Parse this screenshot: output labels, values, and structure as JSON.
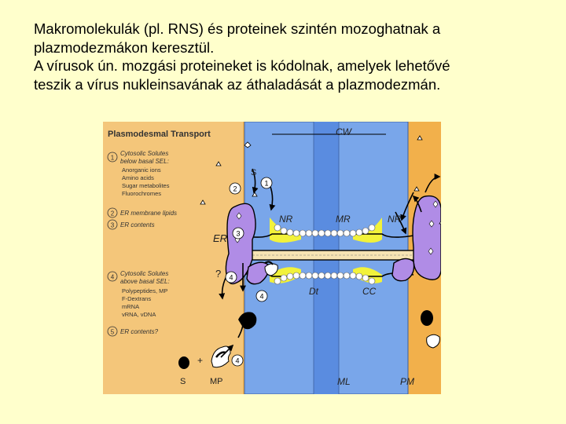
{
  "slide": {
    "lines": [
      "Makromolekulák (pl. RNS) és proteinek szintén mozoghatnak a",
      "plazmodezmákon keresztül.",
      "A vírusok ún. mozgási proteineket is kódolnak, amelyek lehetővé",
      "teszik a vírus nukleinsavának az áthaladását a plazmodezmán."
    ]
  },
  "figure": {
    "title": "Plasmodesmal Transport",
    "legend": {
      "item1": {
        "number": "1",
        "title": "Cytosolic Solutes",
        "subtitle": "below basal SEL:",
        "entries": [
          "Anorganic ions",
          "Amino acids",
          "Sugar metabolites",
          "Fluorochromes"
        ]
      },
      "item2": {
        "number": "2",
        "text": "ER membrane lipids"
      },
      "item3": {
        "number": "3",
        "text": "ER contents"
      },
      "item4": {
        "number": "4",
        "title": "Cytosolic Solutes",
        "subtitle": "above basal SEL:",
        "entries": [
          "Polypeptides, MP",
          "F-Dextrans",
          "mRNA",
          "vRNA, vDNA"
        ]
      },
      "item5": {
        "number": "5",
        "text": "ER contents?"
      }
    },
    "labels": {
      "cw": "CW",
      "nr_left": "NR",
      "mr": "MR",
      "nr_right": "NR",
      "er": "ER",
      "dt": "Dt",
      "cc": "CC",
      "ml": "ML",
      "pm": "PM",
      "s_top": "S",
      "s_bottom": "S",
      "mp": "MP",
      "plus": "+",
      "question": "?"
    },
    "markers": {
      "m1": "1",
      "m2": "2",
      "m3": "3",
      "m4": "4",
      "m5": "4"
    },
    "colors": {
      "background": "#f2b04b",
      "cell_wall": "#79a6ea",
      "cell_wall_center": "#5a8ce0",
      "er": "#b08ce6",
      "yellow_zone": "#f2f23a",
      "legend_panel": "#f6e3b3"
    }
  }
}
